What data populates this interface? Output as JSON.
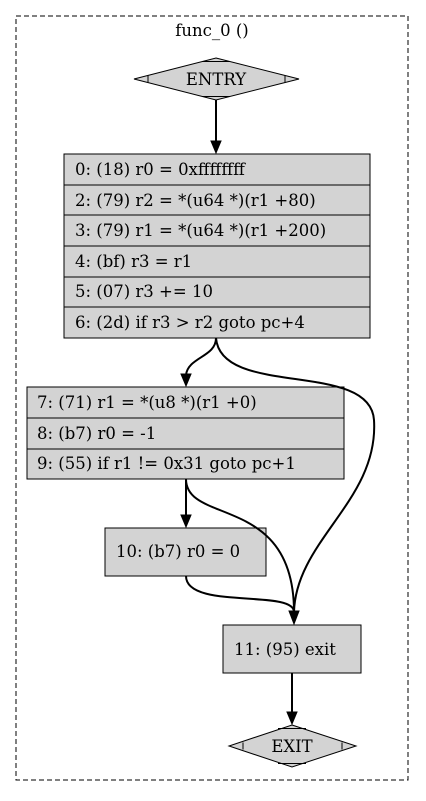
{
  "cluster": {
    "label": "func_0 ()"
  },
  "entry": {
    "label": "ENTRY"
  },
  "exit": {
    "label": "EXIT"
  },
  "blocks": [
    {
      "rows": [
        "0: (18) r0 = 0xffffffff",
        "2: (79) r2 = *(u64 *)(r1 +80)",
        "3: (79) r1 = *(u64 *)(r1 +200)",
        "4: (bf) r3 = r1",
        "5: (07) r3 += 10",
        "6: (2d) if r3 > r2 goto pc+4"
      ]
    },
    {
      "rows": [
        "7: (71) r1 = *(u8 *)(r1 +0)",
        "8: (b7) r0 = -1",
        "9: (55) if r1 != 0x31 goto pc+1"
      ]
    },
    {
      "rows": [
        "10: (b7) r0 = 0"
      ]
    },
    {
      "rows": [
        "11: (95) exit"
      ]
    }
  ]
}
